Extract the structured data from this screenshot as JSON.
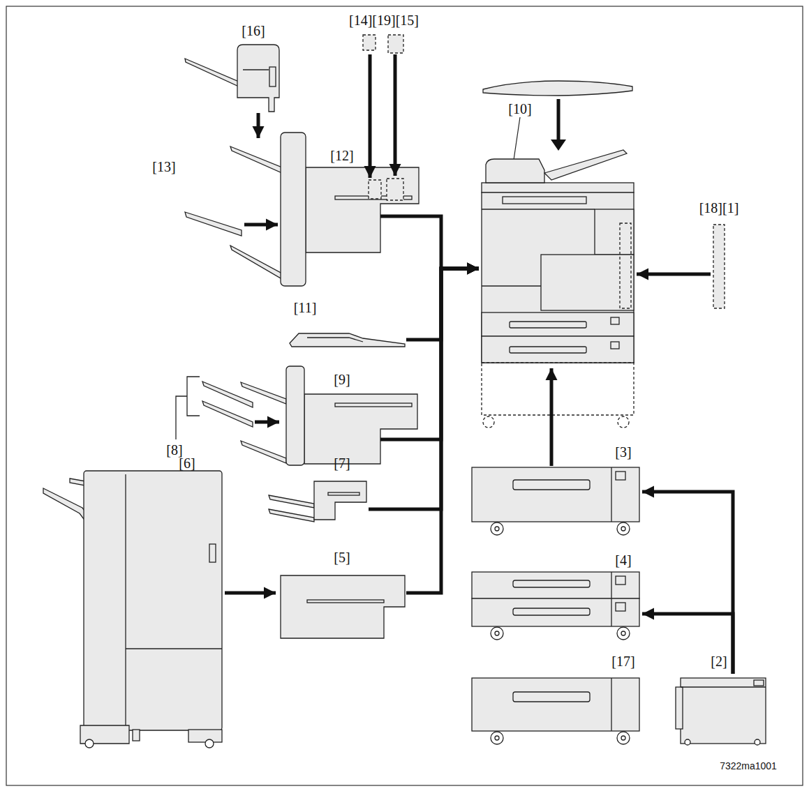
{
  "diagram": {
    "nodes": [
      {
        "text": [
          "[16]"
        ]
      },
      {
        "text": [
          "[14][19][15]"
        ]
      },
      {
        "text": [
          "[13]"
        ]
      },
      {
        "text": [
          "[12]"
        ]
      },
      {
        "text": [
          "[10]"
        ]
      },
      {
        "text": [
          "[18][1]"
        ]
      },
      {
        "text": [
          "[11]"
        ]
      },
      {
        "text": [
          "[9]"
        ]
      },
      {
        "text": [
          "[8]"
        ]
      },
      {
        "text": [
          "[6]"
        ]
      },
      {
        "text": [
          "[7]"
        ]
      },
      {
        "text": [
          "[5]"
        ]
      },
      {
        "text": [
          "[3]"
        ]
      },
      {
        "text": [
          "[4]"
        ]
      },
      {
        "text": [
          "[17]"
        ]
      },
      {
        "text": [
          "[2]"
        ]
      }
    ],
    "edges": [
      {
        "from": 0,
        "to": 3,
        "arrow": "to"
      },
      {
        "from": 1,
        "to": 3,
        "arrow": "to"
      },
      {
        "from": 1,
        "to": 3,
        "arrow": "to"
      },
      {
        "from": 2,
        "to": 3,
        "arrow": "to"
      },
      {
        "from": 3,
        "to": 4,
        "arrow": "to"
      },
      {
        "from": 6,
        "to": 4,
        "arrow": "to"
      },
      {
        "from": 7,
        "to": 4,
        "arrow": "to"
      },
      {
        "from": 10,
        "to": 4,
        "arrow": "to"
      },
      {
        "from": 11,
        "to": 4,
        "arrow": "to"
      },
      {
        "from": 8,
        "to": 7,
        "arrow": "to"
      },
      {
        "from": 9,
        "to": 11,
        "arrow": "to"
      },
      {
        "from": 5,
        "to": 4,
        "arrow": "to"
      },
      {
        "from": 12,
        "to": 4,
        "arrow": "to"
      },
      {
        "from": 15,
        "to": 12,
        "arrow": "to"
      },
      {
        "from": 15,
        "to": 13,
        "arrow": "to"
      }
    ],
    "labels": [
      "7322ma1001"
    ]
  }
}
